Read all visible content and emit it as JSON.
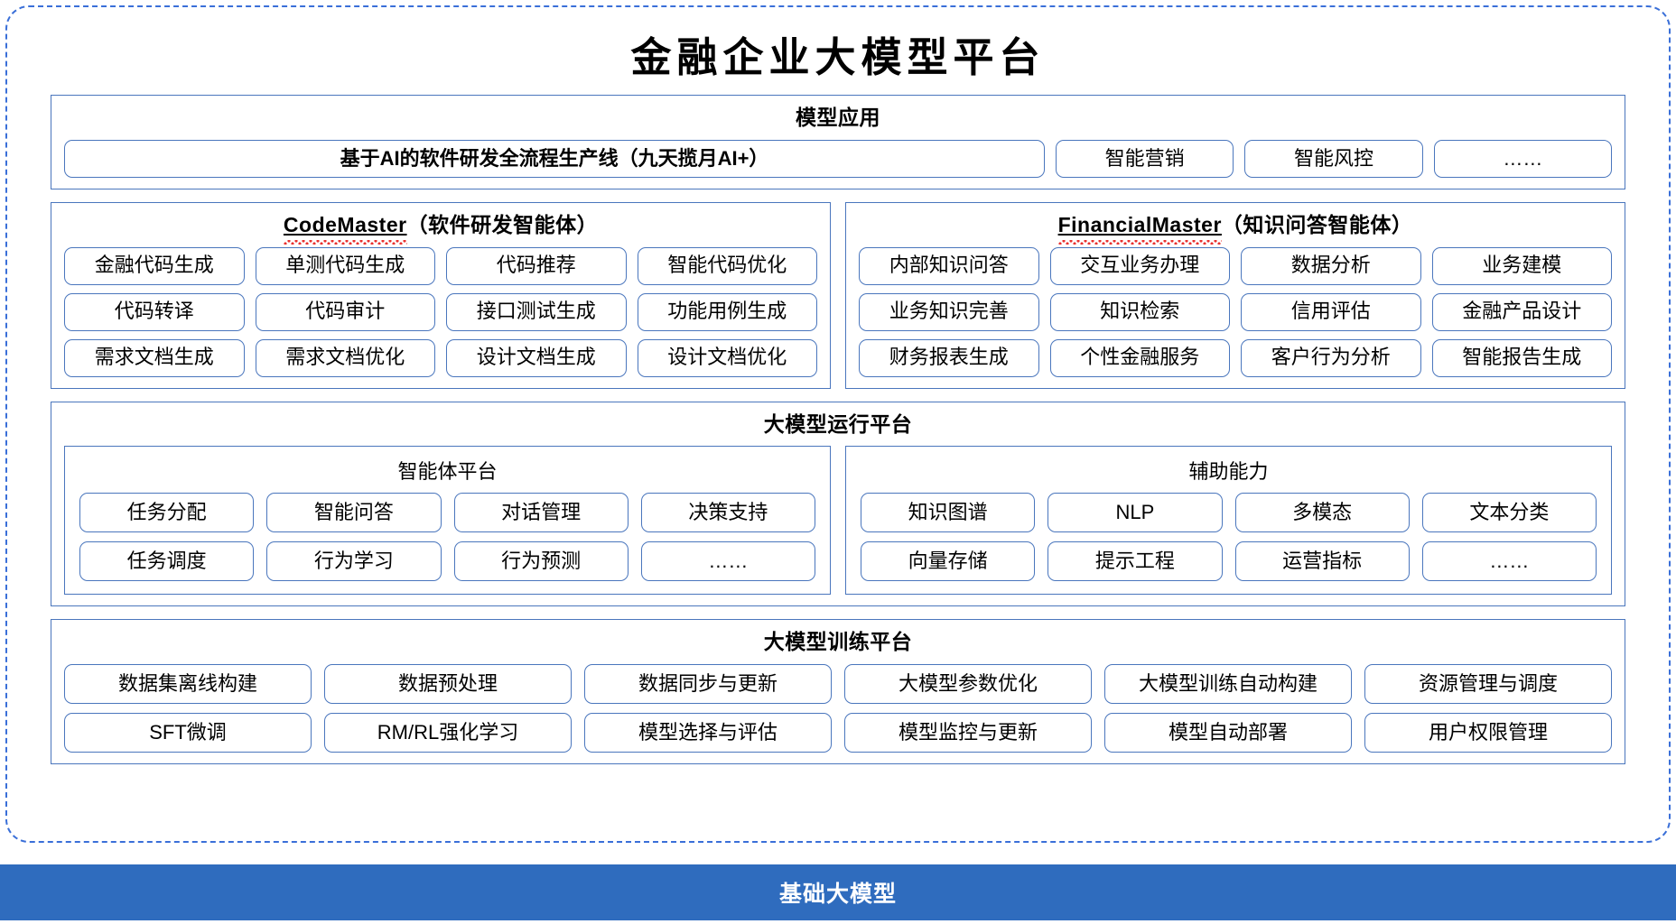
{
  "title": "金融企业大模型平台",
  "model_application": {
    "heading": "模型应用",
    "items": [
      "基于AI的软件研发全流程生产线（九天揽月AI+）",
      "智能营销",
      "智能风控",
      "……"
    ]
  },
  "agents": [
    {
      "name": "CodeMaster",
      "suffix": "（软件研发智能体）",
      "items": [
        "金融代码生成",
        "单测代码生成",
        "代码推荐",
        "智能代码优化",
        "代码转译",
        "代码审计",
        "接口测试生成",
        "功能用例生成",
        "需求文档生成",
        "需求文档优化",
        "设计文档生成",
        "设计文档优化"
      ]
    },
    {
      "name": "FinancialMaster",
      "suffix": "（知识问答智能体）",
      "items": [
        "内部知识问答",
        "交互业务办理",
        "数据分析",
        "业务建模",
        "业务知识完善",
        "知识检索",
        "信用评估",
        "金融产品设计",
        "财务报表生成",
        "个性金融服务",
        "客户行为分析",
        "智能报告生成"
      ]
    }
  ],
  "runtime_platform": {
    "heading": "大模型运行平台",
    "groups": [
      {
        "title": "智能体平台",
        "items": [
          "任务分配",
          "智能问答",
          "对话管理",
          "决策支持",
          "任务调度",
          "行为学习",
          "行为预测",
          "……"
        ]
      },
      {
        "title": "辅助能力",
        "items": [
          "知识图谱",
          "NLP",
          "多模态",
          "文本分类",
          "向量存储",
          "提示工程",
          "运营指标",
          "……"
        ]
      }
    ]
  },
  "training_platform": {
    "heading": "大模型训练平台",
    "items": [
      "数据集离线构建",
      "数据预处理",
      "数据同步与更新",
      "大模型参数优化",
      "大模型训练自动构建",
      "资源管理与调度",
      "SFT微调",
      "RM/RL强化学习",
      "模型选择与评估",
      "模型监控与更新",
      "模型自动部署",
      "用户权限管理"
    ]
  },
  "base_model_bar": {
    "label": "基础大模型"
  },
  "colors": {
    "accent_blue": "#4a76bd",
    "frame_blue": "#3a6fd8",
    "base_bar_blue": "#2f6cbe",
    "spellcheck_red": "#e8312f"
  }
}
